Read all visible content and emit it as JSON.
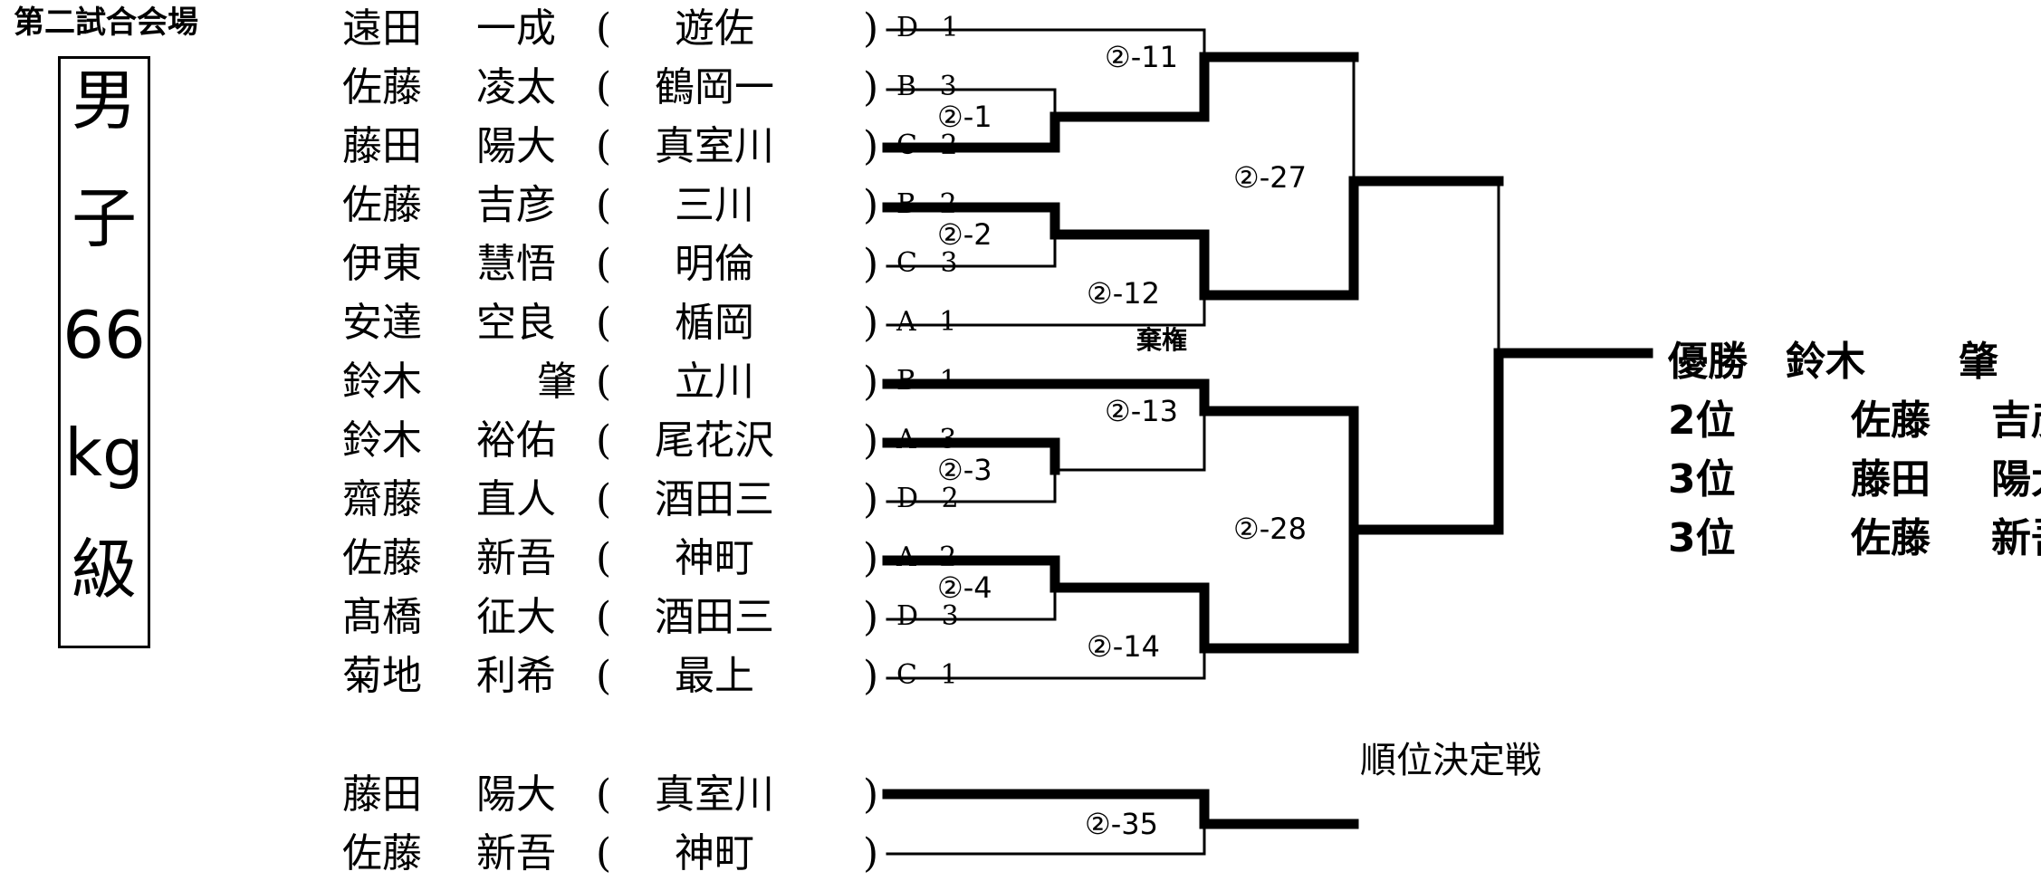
{
  "header": {
    "venue": "第二試合会場",
    "category": [
      "男",
      "子",
      "66",
      "kg",
      "級"
    ]
  },
  "players": [
    {
      "surname": "遠田",
      "given": "一成",
      "school": "遊佐",
      "seed": "D 1"
    },
    {
      "surname": "佐藤",
      "given": "凌太",
      "school": "鶴岡一",
      "seed": "B 3"
    },
    {
      "surname": "藤田",
      "given": "陽大",
      "school": "真室川",
      "seed": "C 2"
    },
    {
      "surname": "佐藤",
      "given": "吉彦",
      "school": "三川",
      "seed": "B 2"
    },
    {
      "surname": "伊東",
      "given": "慧悟",
      "school": "明倫",
      "seed": "C 3"
    },
    {
      "surname": "安達",
      "given": "空良",
      "school": "楯岡",
      "seed": "A 1"
    },
    {
      "surname": "鈴木",
      "given": "肇",
      "school": "立川",
      "seed": "B 1"
    },
    {
      "surname": "鈴木",
      "given": "裕佑",
      "school": "尾花沢",
      "seed": "A 3"
    },
    {
      "surname": "齋藤",
      "given": "直人",
      "school": "酒田三",
      "seed": "D 2"
    },
    {
      "surname": "佐藤",
      "given": "新吾",
      "school": "神町",
      "seed": "A 2"
    },
    {
      "surname": "髙橋",
      "given": "征大",
      "school": "酒田三",
      "seed": "D 3"
    },
    {
      "surname": "菊地",
      "given": "利希",
      "school": "最上",
      "seed": "C 1"
    }
  ],
  "paren_open": "(",
  "paren_close": ")",
  "matches": {
    "m1": "②-1",
    "m2": "②-2",
    "m3": "②-3",
    "m4": "②-4",
    "m11": "②-11",
    "m12": "②-12",
    "m13": "②-13",
    "m14": "②-14",
    "m27": "②-27",
    "m28": "②-28",
    "m35": "②-35"
  },
  "forfeit_label": "棄権",
  "placing": {
    "title": "順位決定戦",
    "players": [
      {
        "surname": "藤田",
        "given": "陽大",
        "school": "真室川"
      },
      {
        "surname": "佐藤",
        "given": "新吾",
        "school": "神町"
      }
    ]
  },
  "results": [
    {
      "rank": "優勝",
      "surname": "鈴木",
      "given": "肇"
    },
    {
      "rank": "2位",
      "surname": "佐藤",
      "given": "吉彦"
    },
    {
      "rank": "3位",
      "surname": "藤田",
      "given": "陽大"
    },
    {
      "rank": "3位",
      "surname": "佐藤",
      "given": "新吾"
    }
  ]
}
